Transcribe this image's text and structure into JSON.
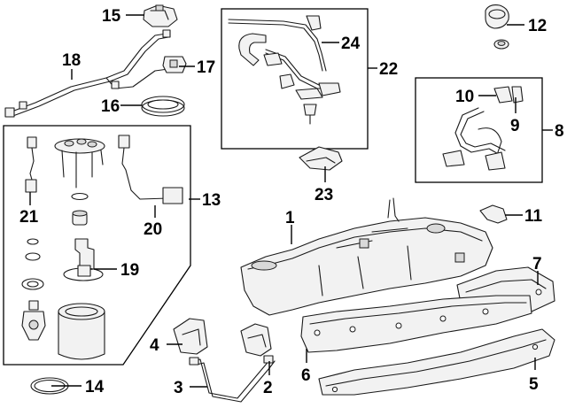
{
  "callouts": [
    {
      "id": "1",
      "label": "1"
    },
    {
      "id": "2",
      "label": "2"
    },
    {
      "id": "3",
      "label": "3"
    },
    {
      "id": "4",
      "label": "4"
    },
    {
      "id": "5",
      "label": "5"
    },
    {
      "id": "6",
      "label": "6"
    },
    {
      "id": "7",
      "label": "7"
    },
    {
      "id": "8",
      "label": "8"
    },
    {
      "id": "9",
      "label": "9"
    },
    {
      "id": "10",
      "label": "10"
    },
    {
      "id": "11",
      "label": "11"
    },
    {
      "id": "12",
      "label": "12"
    },
    {
      "id": "13",
      "label": "13"
    },
    {
      "id": "14",
      "label": "14"
    },
    {
      "id": "15",
      "label": "15"
    },
    {
      "id": "16",
      "label": "16"
    },
    {
      "id": "17",
      "label": "17"
    },
    {
      "id": "18",
      "label": "18"
    },
    {
      "id": "19",
      "label": "19"
    },
    {
      "id": "20",
      "label": "20"
    },
    {
      "id": "21",
      "label": "21"
    },
    {
      "id": "22",
      "label": "22"
    },
    {
      "id": "23",
      "label": "23"
    },
    {
      "id": "24",
      "label": "24"
    }
  ],
  "colors": {
    "background": "#ffffff",
    "line": "#1a1a1a",
    "part_fill": "#f2f2f2"
  }
}
